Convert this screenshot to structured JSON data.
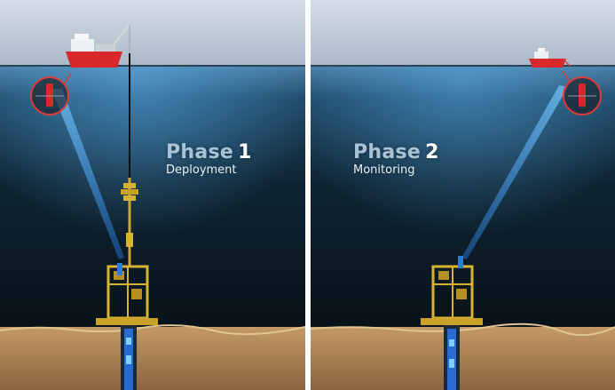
{
  "panels": [
    {
      "phase_word": "Phase",
      "phase_number": "1",
      "phase_label": "Deployment"
    },
    {
      "phase_word": "Phase",
      "phase_number": "2",
      "phase_label": "Monitoring"
    }
  ],
  "colors": {
    "sky": "#c8d3de",
    "sea_surface": "#3e6f92",
    "deep_sea": "#0a1621",
    "seabed": "#b58a58",
    "vessel_hull": "#d8282b",
    "equipment": "#d6b431",
    "beam": "#37a5ff",
    "callout_ring": "#e03a3a"
  },
  "icons": [
    "vessel-icon",
    "transducer-callout-icon",
    "subsea-frame-icon",
    "wellhead-icon"
  ]
}
